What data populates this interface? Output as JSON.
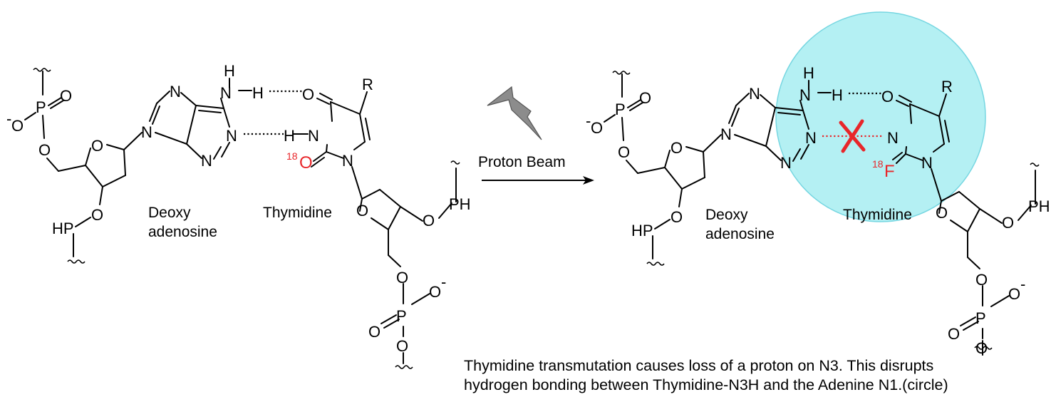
{
  "reaction": {
    "reagent_label": "Proton Beam"
  },
  "left_structure": {
    "atoms": {
      "P_top": "P",
      "O_dbl_top": "O",
      "O_minus_top": "O",
      "minus_top": "-",
      "O_link5": "O",
      "O_sugar": "O",
      "O_3": "O",
      "HP": "HP",
      "N_im7": "N",
      "N_im9": "N",
      "N_H2": "N",
      "H_up": "H",
      "H_bond": "H",
      "N1": "N",
      "N3": "N",
      "O_thy4": "O",
      "R": "R",
      "N_thy3": "N",
      "H_thy3": "H",
      "N_thy1": "N",
      "O_thy2": "O",
      "iso_mass": "18",
      "O_tsugar": "O",
      "O_t3": "O",
      "PH": "PH",
      "O_t5": "O",
      "P_bot": "P",
      "O_minus_bot": "O",
      "minus_bot": "-",
      "O_dbl_bot": "O",
      "O_bot": "O"
    },
    "label_deoxy_1": "Deoxy",
    "label_deoxy_2": "adenosine",
    "label_thymidine": "Thymidine"
  },
  "right_structure": {
    "atoms": {
      "P_top": "P",
      "O_dbl_top": "O",
      "O_minus_top": "O",
      "minus_top": "-",
      "O_link5": "O",
      "O_sugar": "O",
      "O_3": "O",
      "HP": "HP",
      "N_im7": "N",
      "N_im9": "N",
      "N_H2": "N",
      "H_up": "H",
      "H_bond": "H",
      "N1": "N",
      "N3": "N",
      "O_thy4": "O",
      "R": "R",
      "N_thy3": "N",
      "N_thy1": "N",
      "F_thy2": "F",
      "iso_mass": "18",
      "O_tsugar": "O",
      "O_t3": "O",
      "PH": "PH",
      "O_t5": "O",
      "P_bot": "P",
      "O_minus_bot": "O",
      "minus_bot": "-",
      "O_dbl_bot": "O",
      "O_bot": "O"
    },
    "label_deoxy_1": "Deoxy",
    "label_deoxy_2": "adenosine",
    "label_thymidine": "Thymidine"
  },
  "colors": {
    "highlight_fill": "#a8eef2",
    "highlight_stroke": "#5fd0dc",
    "red": "#e8262a",
    "bolt": "#8c8c8c"
  },
  "caption": {
    "line1": "Thymidine transmutation causes loss of a proton on N3.  This disrupts",
    "line2": "hydrogen bonding between Thymidine-N3H and the Adenine N1.(circle)"
  }
}
